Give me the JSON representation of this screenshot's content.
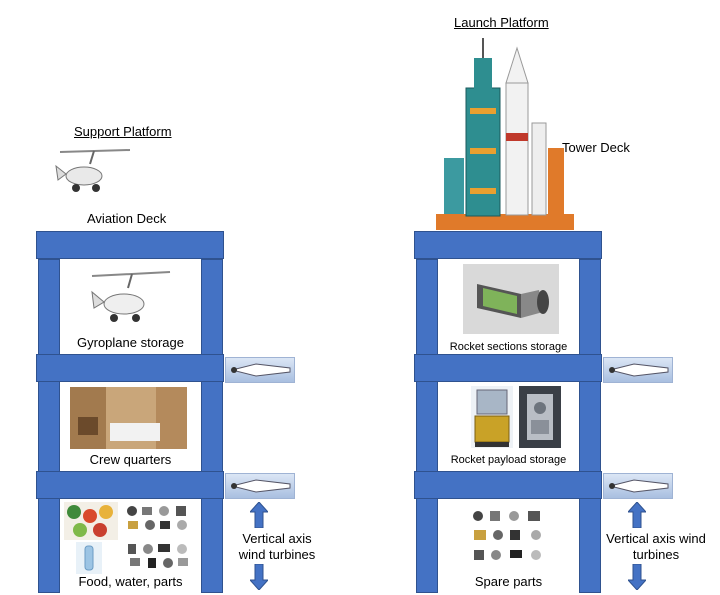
{
  "support": {
    "title": "Support  Platform",
    "deck": "Aviation Deck",
    "level1": "Gyroplane storage",
    "level2": "Crew quarters",
    "level3": "Food, water, parts"
  },
  "launch": {
    "title": "Launch Platform",
    "deck": "Tower Deck",
    "level1": "Rocket sections storage",
    "level2": "Rocket payload storage",
    "level3": "Spare parts"
  },
  "wind": {
    "left": "Vertical axis wind turbines",
    "right": "Vertical axis wind turbines"
  },
  "icons": {
    "gyroplane": "gyroplane-icon",
    "rocket": "rocket-launch-tower-icon",
    "turbine": "turbine-icon",
    "arrow": "arrow-icon"
  },
  "colors": {
    "platform": "#4472c4",
    "arrow": "#4472c4"
  }
}
